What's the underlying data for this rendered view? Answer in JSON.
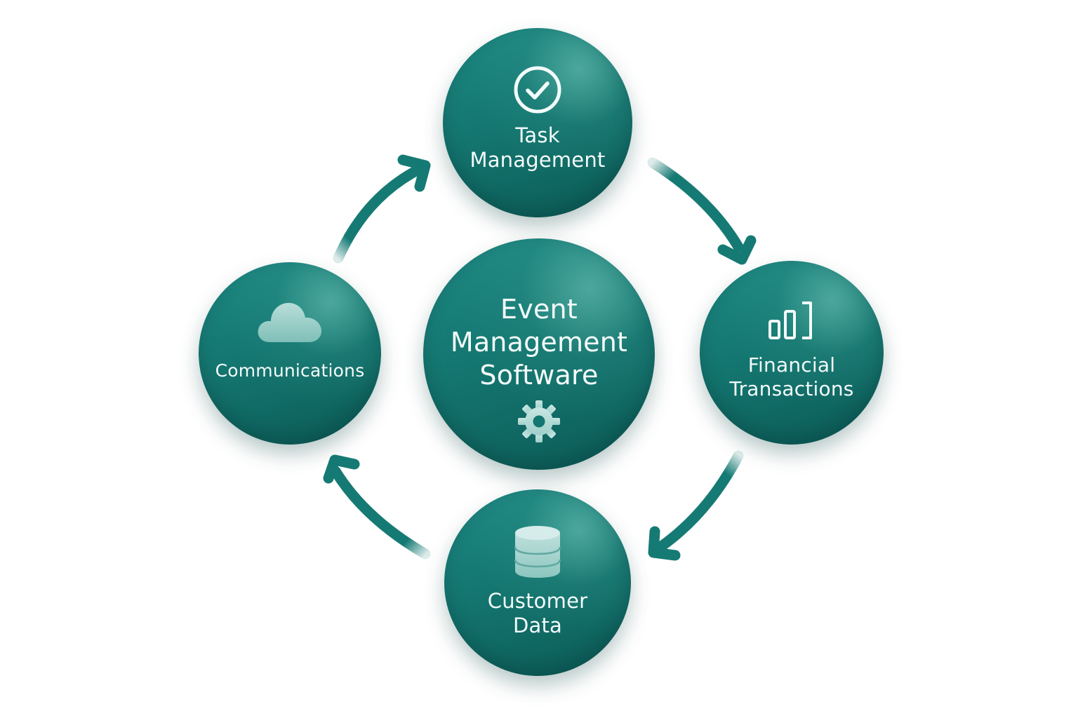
{
  "diagram": {
    "center": {
      "label": "Event\nManagement\nSoftware",
      "icon": "gear-icon"
    },
    "nodes": [
      {
        "id": "task-management",
        "label": "Task\nManagement",
        "icon": "check-circle-icon"
      },
      {
        "id": "financial-transactions",
        "label": "Financial\nTransactions",
        "icon": "bar-chart-icon"
      },
      {
        "id": "customer-data",
        "label": "Customer\nData",
        "icon": "database-icon"
      },
      {
        "id": "communications",
        "label": "Communications",
        "icon": "cloud-icon"
      }
    ],
    "colors": {
      "primary": "#147670",
      "arrow": "#167a74",
      "text": "#f3fbfa"
    }
  }
}
